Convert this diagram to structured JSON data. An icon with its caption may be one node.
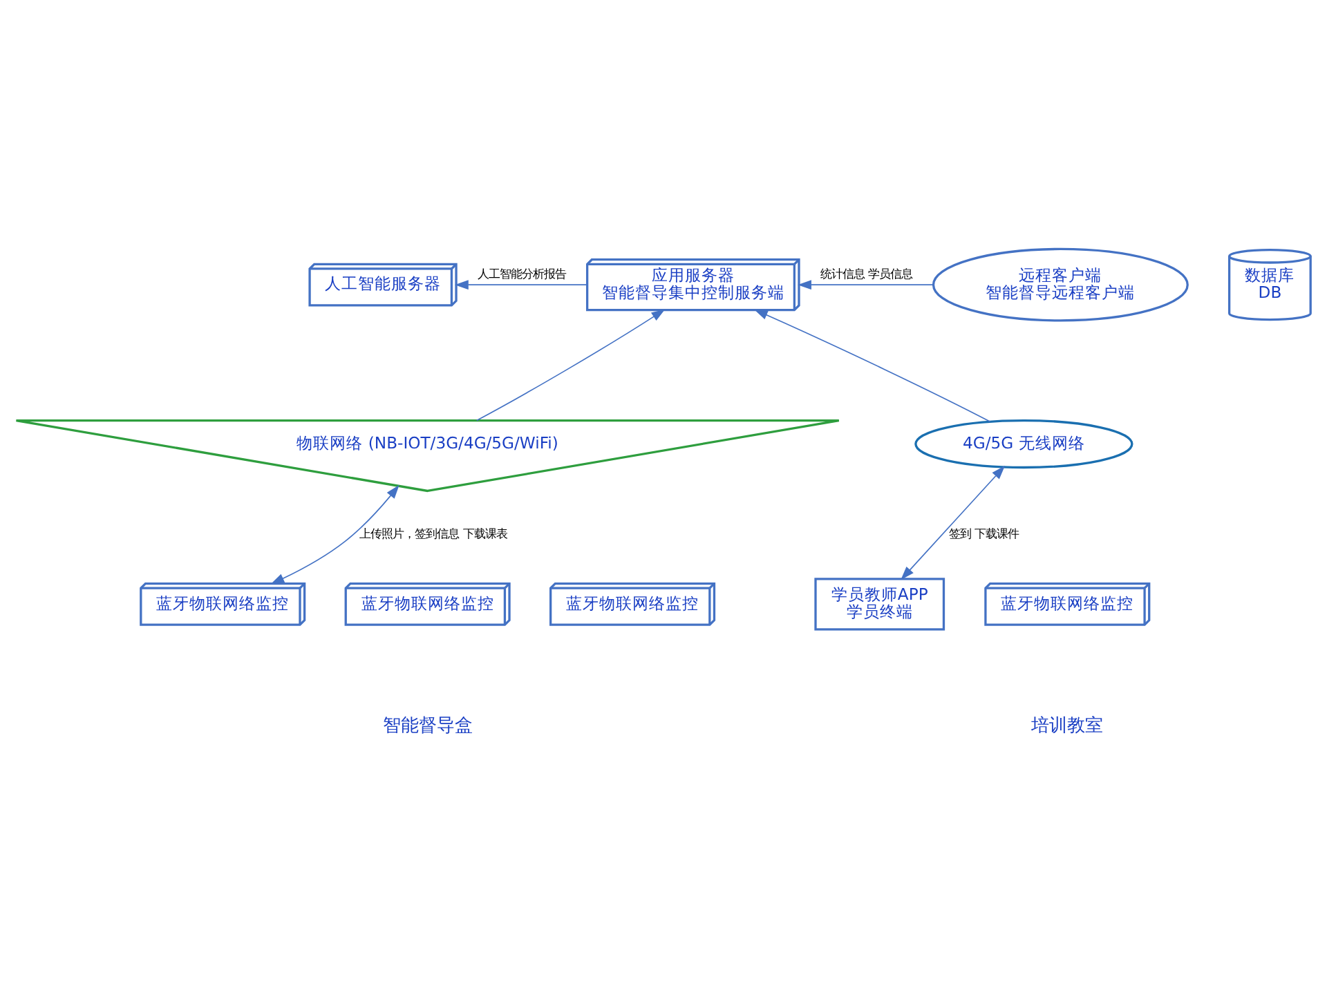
{
  "diagram": {
    "nodes": [
      {
        "text": [
          "人工智能服务器"
        ]
      },
      {
        "text": [
          "数据库",
          "DB"
        ]
      },
      {
        "text": [
          "应用服务器",
          "智能督导集中控制服务端"
        ]
      },
      {
        "text": [
          "远程客户端",
          "智能督导远程客户端"
        ]
      },
      {
        "text": [
          "物联网络 (NB-IOT/3G/4G/5G/WiFi)"
        ]
      },
      {
        "text": [
          "4G/5G 无线网络"
        ]
      },
      {
        "text": [
          "学员教师APP",
          "学员终端"
        ]
      },
      {
        "text": [
          "蓝牙物联网络监控"
        ]
      },
      {
        "text": [
          "蓝牙物联网络监控"
        ]
      },
      {
        "text": [
          "蓝牙物联网络监控"
        ]
      },
      {
        "text": [
          "蓝牙物联网络监控"
        ]
      }
    ],
    "edges": [
      {
        "from": 2,
        "to": 0,
        "arrow": "to",
        "label": "人工智能分析报告"
      },
      {
        "from": 3,
        "to": 2,
        "arrow": "to",
        "label": "统计信息 学员信息"
      },
      {
        "from": 4,
        "to": 2,
        "arrow": "to"
      },
      {
        "from": 5,
        "to": 2,
        "arrow": "to"
      },
      {
        "from": 7,
        "to": 4,
        "arrow": "both",
        "label": "上传照片，签到信息 下载课表"
      },
      {
        "from": 5,
        "to": 6,
        "arrow": "both",
        "label": "签到 下载课件"
      }
    ],
    "labels": [
      "智能督导盒",
      "培训教室"
    ]
  }
}
